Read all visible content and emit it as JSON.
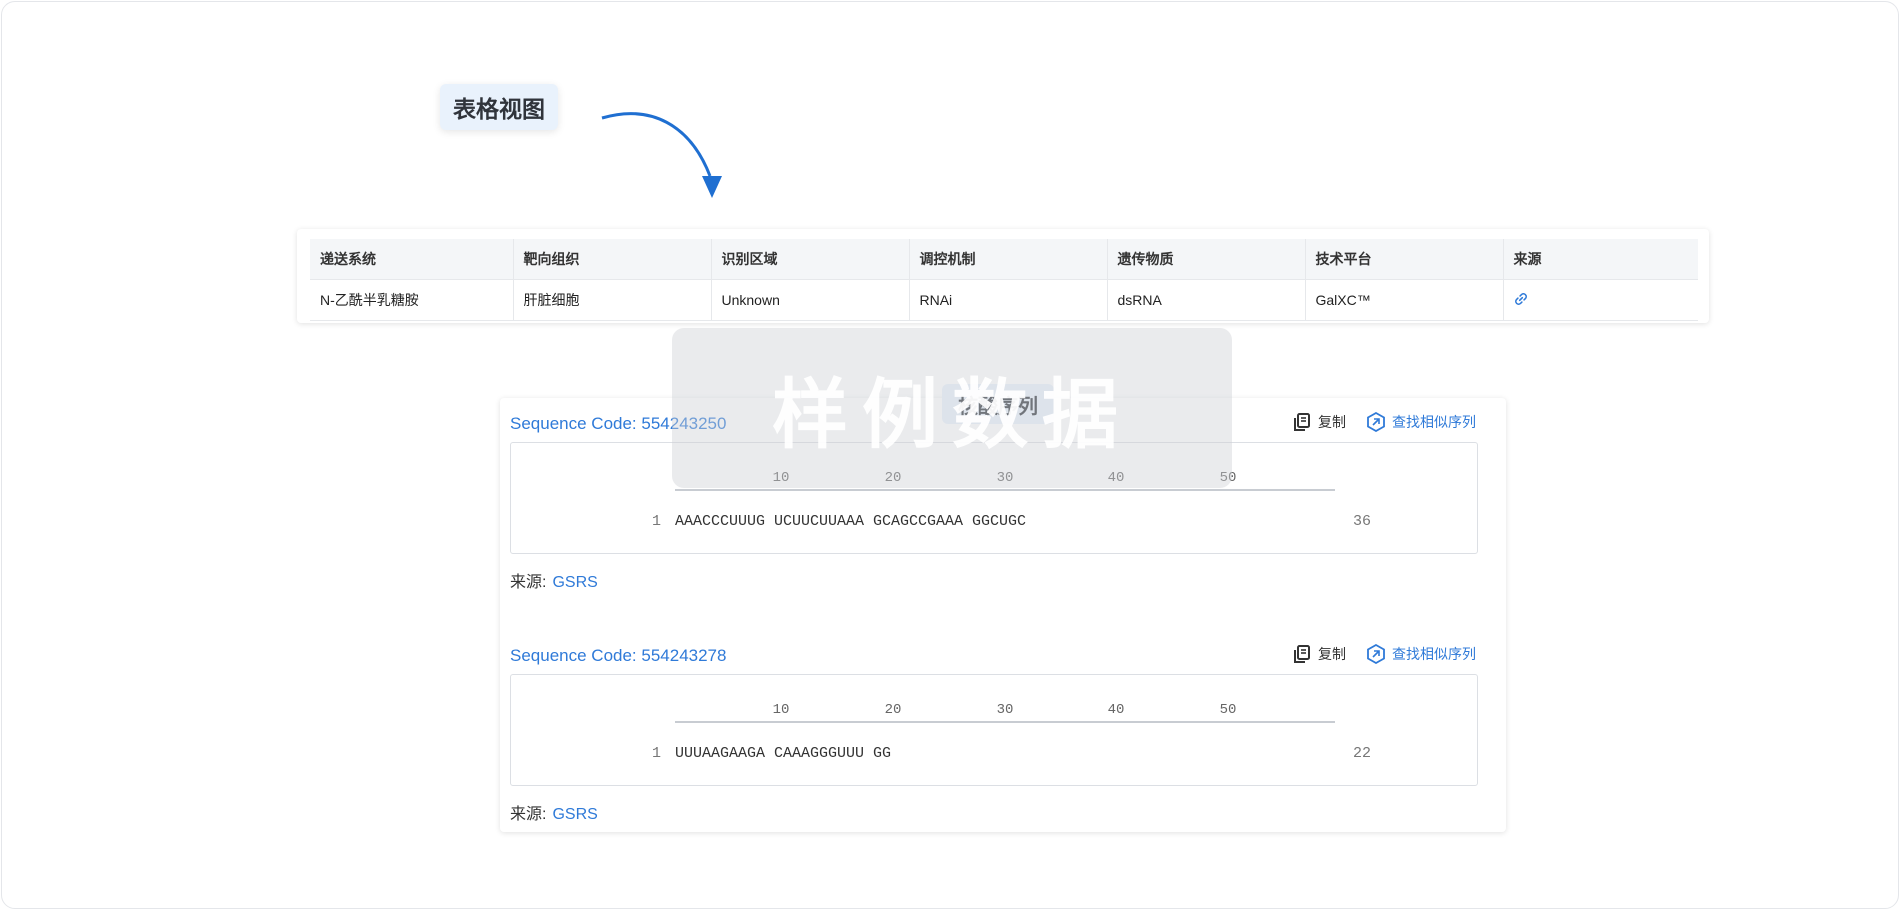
{
  "callout_table": "表格视图",
  "callout_sequence": "核酸序列",
  "watermark": "样例数据",
  "table": {
    "headers": [
      "递送系统",
      "靶向组织",
      "识别区域",
      "调控机制",
      "遗传物质",
      "技术平台",
      "来源"
    ],
    "row": [
      "N-乙酰半乳糖胺",
      "肝脏细胞",
      "Unknown",
      "RNAi",
      "dsRNA",
      "GalXC™"
    ]
  },
  "actions": {
    "copy": "复制",
    "find_similar": "查找相似序列"
  },
  "source_label": "来源:",
  "ruler": [
    "10",
    "20",
    "30",
    "40",
    "50"
  ],
  "sequences": [
    {
      "code": "Sequence Code: 554243250",
      "start": "1",
      "text": "AAACCCUUUG UCUUCUUAAA GCAGCCGAAA GGCUGC",
      "end": "36",
      "source": "GSRS"
    },
    {
      "code": "Sequence Code: 554243278",
      "start": "1",
      "text": "UUUAAGAAGA CAAAGGGUUU GG",
      "end": "22",
      "source": "GSRS"
    }
  ],
  "colors": {
    "accent": "#2f7ad8",
    "callout_bg": "#e9f2fc"
  }
}
